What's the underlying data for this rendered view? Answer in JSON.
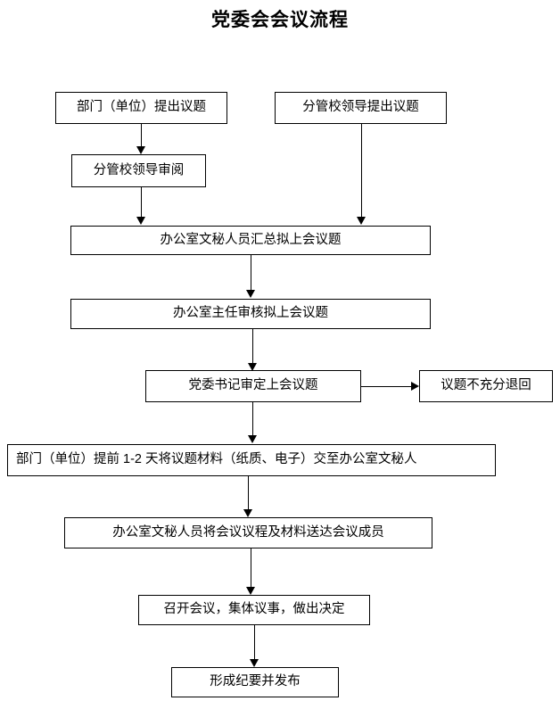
{
  "title": "党委会会议流程",
  "diagram": {
    "type": "flowchart",
    "orientation": "top-to-bottom",
    "nodes": [
      {
        "id": "n1",
        "label": "部门（单位）提出议题"
      },
      {
        "id": "n2",
        "label": "分管校领导提出议题"
      },
      {
        "id": "n3",
        "label": "分管校领导审阅"
      },
      {
        "id": "n4",
        "label": "办公室文秘人员汇总拟上会议题"
      },
      {
        "id": "n5",
        "label": "办公室主任审核拟上会议题"
      },
      {
        "id": "n6",
        "label": "党委书记审定上会议题"
      },
      {
        "id": "n7",
        "label": "议题不充分退回"
      },
      {
        "id": "n8",
        "label": "部门（单位）提前 1-2 天将议题材料（纸质、电子）交至办公室文秘人"
      },
      {
        "id": "n9",
        "label": "办公室文秘人员将会议议程及材料送达会议成员"
      },
      {
        "id": "n10",
        "label": "召开会议，集体议事，做出决定"
      },
      {
        "id": "n11",
        "label": "形成纪要并发布"
      }
    ],
    "edges": [
      {
        "from": "n1",
        "to": "n3",
        "direction": "down"
      },
      {
        "from": "n2",
        "to": "n4",
        "direction": "down"
      },
      {
        "from": "n3",
        "to": "n4",
        "direction": "down"
      },
      {
        "from": "n4",
        "to": "n5",
        "direction": "down"
      },
      {
        "from": "n5",
        "to": "n6",
        "direction": "down"
      },
      {
        "from": "n6",
        "to": "n7",
        "direction": "right"
      },
      {
        "from": "n6",
        "to": "n8",
        "direction": "down"
      },
      {
        "from": "n8",
        "to": "n9",
        "direction": "down"
      },
      {
        "from": "n9",
        "to": "n10",
        "direction": "down"
      },
      {
        "from": "n10",
        "to": "n11",
        "direction": "down"
      }
    ],
    "colors": {
      "background": "#ffffff",
      "node_fill": "#ffffff",
      "node_border": "#000000",
      "connector": "#000000",
      "text": "#000000"
    }
  }
}
